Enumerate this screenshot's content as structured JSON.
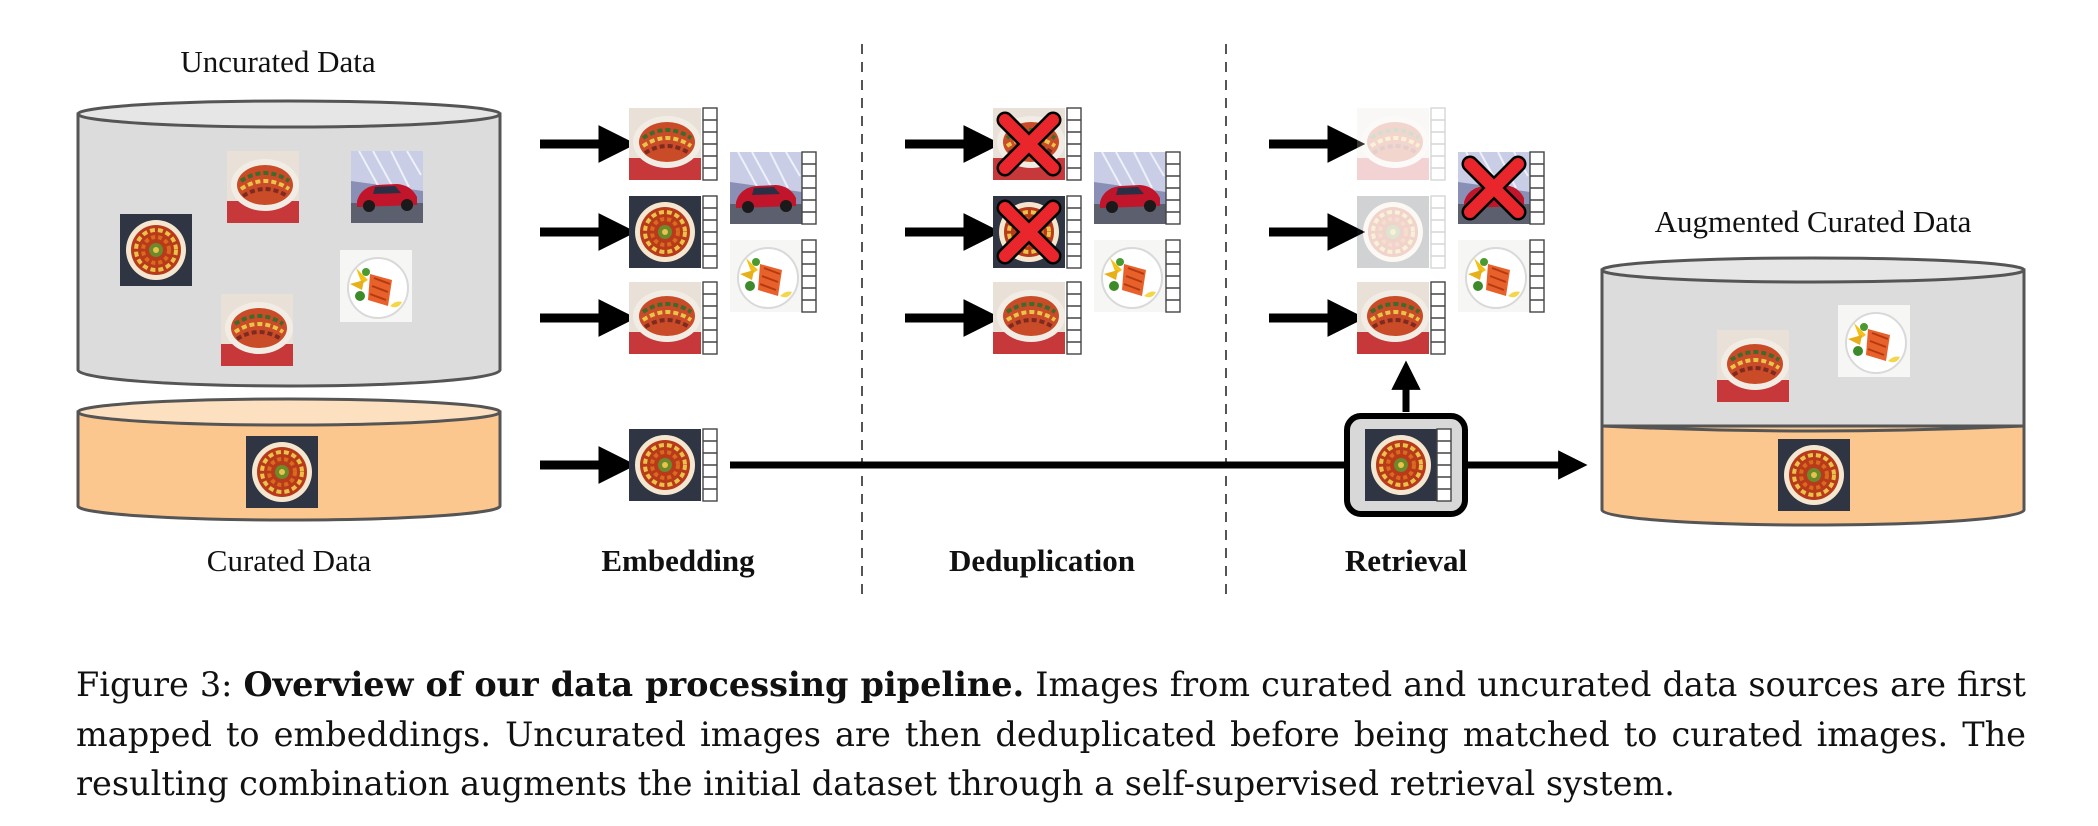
{
  "figure": {
    "labels": {
      "uncurated": "Uncurated Data",
      "curated": "Curated Data",
      "augmented": "Augmented Curated Data"
    },
    "stages": [
      "Embedding",
      "Deduplication",
      "Retrieval"
    ],
    "thumbnails": {
      "uncurated_db": [
        "ratatouille-pan",
        "red-sports-car",
        "ratatouille-bowl",
        "ratatouille-pan",
        "vegetable-plate"
      ],
      "curated_db": [
        "ratatouille-bowl"
      ],
      "embedding_column": [
        "ratatouille-pan",
        "ratatouille-bowl",
        "ratatouille-pan",
        "red-sports-car",
        "vegetable-plate",
        "ratatouille-bowl"
      ],
      "dedup_removed": [
        "ratatouille-pan",
        "ratatouille-bowl"
      ],
      "retrieval_rejected": [
        "red-sports-car"
      ],
      "augmented_db": [
        "ratatouille-pan",
        "vegetable-plate",
        "ratatouille-bowl"
      ]
    },
    "colors": {
      "uncurated_fill": "#dcdcdc",
      "curated_fill": "#fcc78f",
      "cross": "#e8262b",
      "arrow": "#000000"
    }
  },
  "caption": {
    "prefix": "Figure 3: ",
    "title": "Overview of our data processing pipeline.",
    "body": " Images from curated and uncurated data sources are first mapped to embeddings. Uncurated images are then deduplicated before being matched to curated images. The resulting combination augments the initial dataset through a self-supervised retrieval system."
  }
}
